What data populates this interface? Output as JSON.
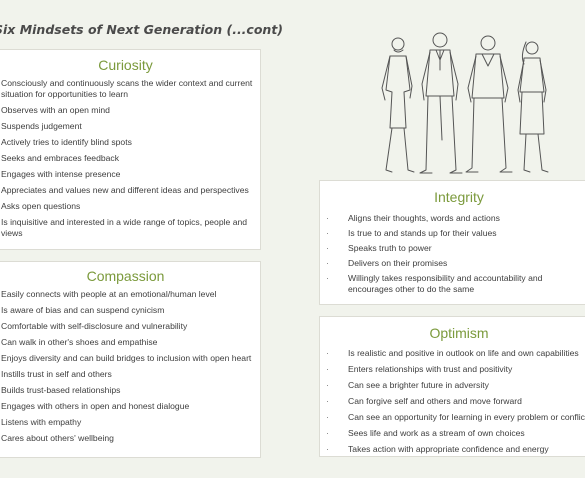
{
  "title": "Six Mindsets of Next Generation (...cont)",
  "accent_color": "#7b9a3c",
  "curiosity": {
    "heading": "Curiosity",
    "items": [
      "Consciously and continuously scans the wider context and current situation for opportunities to learn",
      "Observes with an open mind",
      "Suspends judgement",
      "Actively tries to identify blind spots",
      "Seeks and embraces feedback",
      "Engages with intense presence",
      "Appreciates and values new and different ideas and perspectives",
      "Asks open questions",
      "Is inquisitive and interested in a wide range of topics, people and views"
    ]
  },
  "compassion": {
    "heading": "Compassion",
    "items": [
      "Easily connects with people at an emotional/human level",
      "Is aware of bias and can suspend cynicism",
      "Comfortable with self-disclosure and vulnerability",
      "Can walk in other's shoes and empathise",
      "Enjoys diversity and can build bridges to inclusion with open heart",
      "Instills trust in self and others",
      "Builds trust-based relationships",
      "Engages with others in open and honest dialogue",
      "Listens with empathy",
      "Cares about others' wellbeing"
    ]
  },
  "integrity": {
    "heading": "Integrity",
    "items": [
      "Aligns their thoughts, words and actions",
      "Is true to and stands up for their values",
      "Speaks truth to power",
      "Delivers on their promises",
      "Willingly takes responsibility and accountability and encourages other to do the same"
    ]
  },
  "optimism": {
    "heading": "Optimism",
    "items": [
      "Is realistic and positive in outlook on life and own capabilities",
      "Enters relationships with trust and positivity",
      "Can see a brighter future in adversity",
      "Can forgive self and others and move forward",
      "Can see an opportunity for learning in every problem or conflict",
      "Sees life and work as a stream of own choices",
      "Takes action with appropriate confidence and energy"
    ]
  }
}
